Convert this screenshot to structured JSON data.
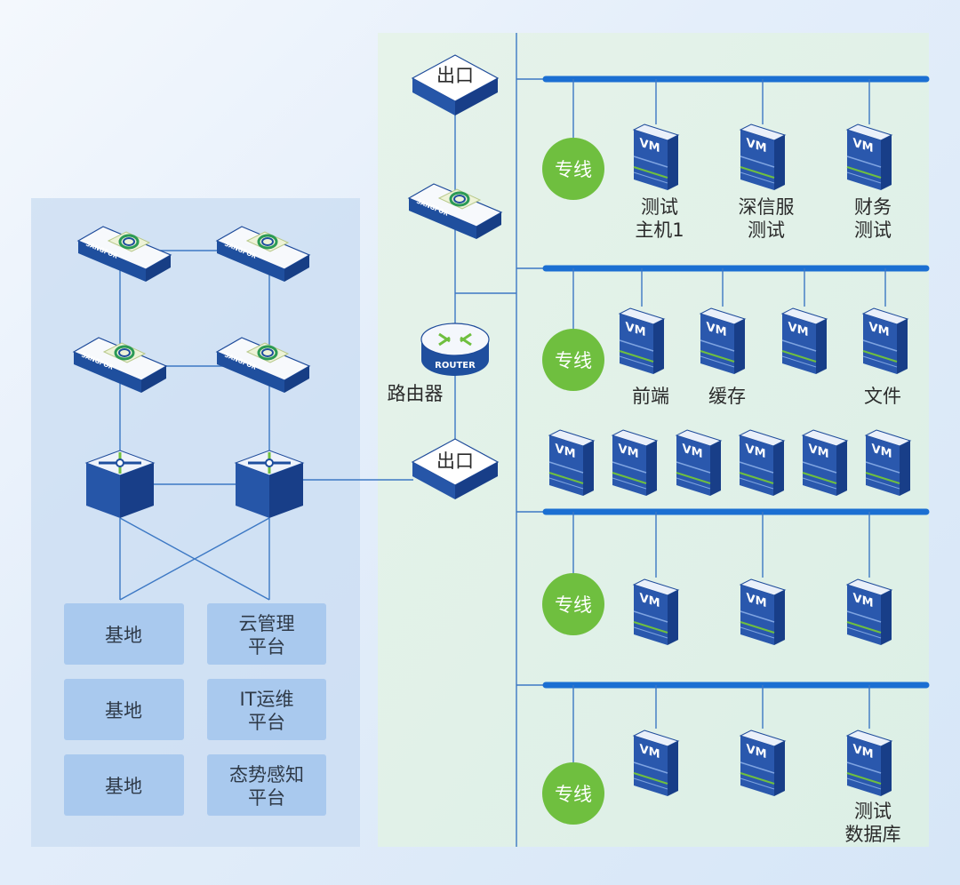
{
  "colors": {
    "bus": "#1b6fd2",
    "device_blue": "#1f4f9e",
    "leased_line_green": "#6fbf3f",
    "base_box": "#a9c9ee"
  },
  "icons": {
    "vm": "vm-server-icon",
    "firewall": "sangfor-device-icon",
    "switch": "core-switch-icon",
    "router": "router-icon",
    "exit": "exit-gateway-icon"
  },
  "vm_label": "VM",
  "sangfor_label": "SANGFOR",
  "router_label": "ROUTER",
  "core": {
    "exit_top": "出口",
    "exit_bottom": "出口",
    "router_caption": "路由器"
  },
  "leased_line": "专线",
  "segments": {
    "seg1": {
      "vm1": [
        "测试",
        "主机1"
      ],
      "vm2": [
        "深信服",
        "测试"
      ],
      "vm3": [
        "财务",
        "测试"
      ]
    },
    "seg2": {
      "vm1": "前端",
      "vm2": "缓存",
      "vm4": "文件"
    },
    "seg4": {
      "vm3": [
        "测试",
        "数据库"
      ]
    }
  },
  "left_boxes": {
    "base": [
      "基地",
      "基地",
      "基地"
    ],
    "platforms": [
      [
        "云管理",
        "平台"
      ],
      [
        "IT运维",
        "平台"
      ],
      [
        "态势感知",
        "平台"
      ]
    ]
  }
}
